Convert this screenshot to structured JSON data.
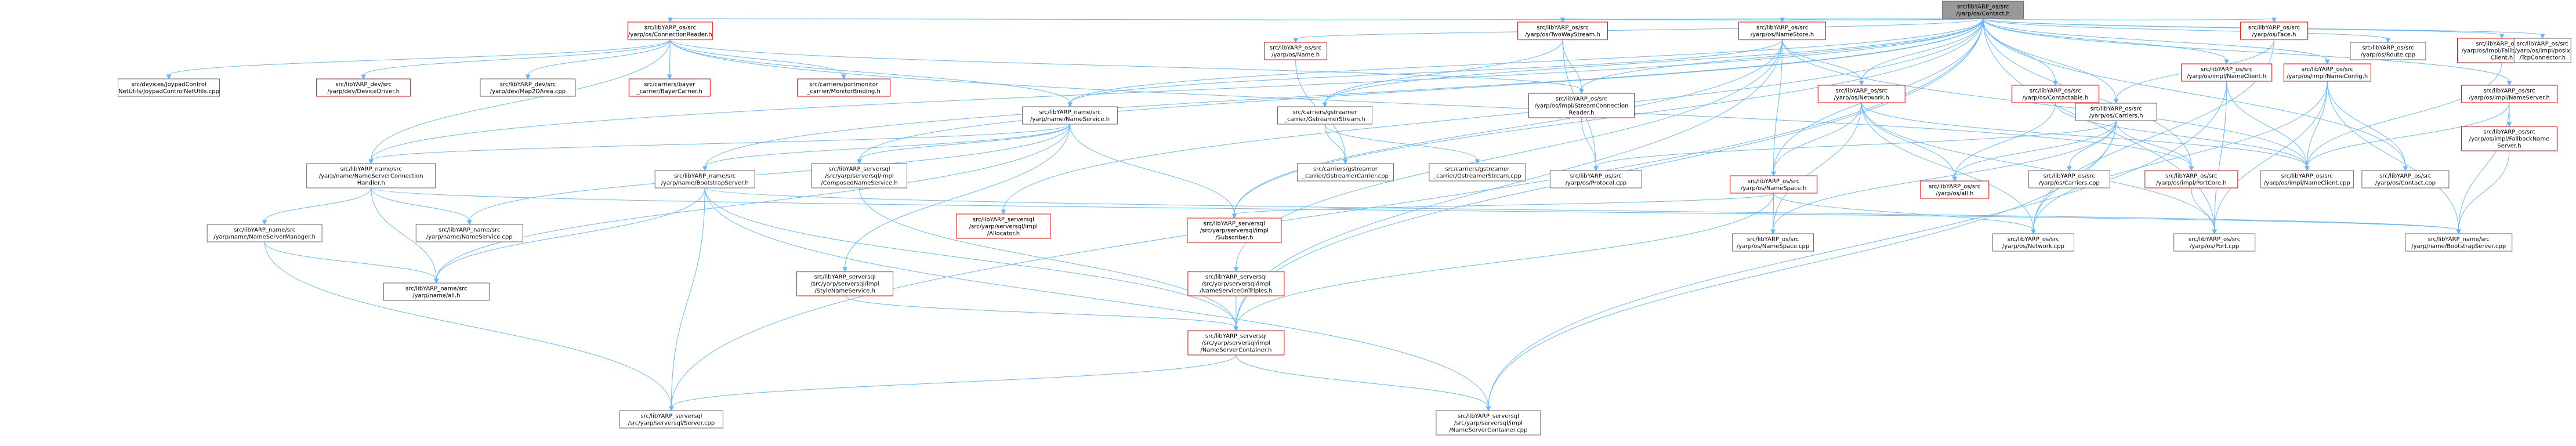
{
  "graph": {
    "root": "src/libYARP_os/src/yarp/os/Contact.h",
    "style": {
      "node_fill": "#ffffff",
      "node_border_default": "#666666",
      "node_border_truncated": "#ff0000",
      "root_fill": "#999999",
      "edge_color": "#63b8ff"
    },
    "nodes": [
      {
        "id": "n0",
        "lines": [
          "src/libYARP_os/src",
          "/yarp/os/Contact.h"
        ],
        "root": true
      },
      {
        "id": "n1",
        "lines": [
          "src/libYARP_os/src",
          "/yarp/os/ConnectionReader.h"
        ],
        "trunc": true
      },
      {
        "id": "n2",
        "lines": [
          "src/libYARP_os/src",
          "/yarp/os/Name.h"
        ],
        "trunc": true
      },
      {
        "id": "n3",
        "lines": [
          "src/libYARP_os/src",
          "/yarp/os/TwoWayStream.h"
        ],
        "trunc": true
      },
      {
        "id": "n4",
        "lines": [
          "src/libYARP_os/src",
          "/yarp/os/NameStore.h"
        ],
        "trunc": true
      },
      {
        "id": "n5",
        "lines": [
          "src/libYARP_os/src",
          "/yarp/os/Face.h"
        ],
        "trunc": true
      },
      {
        "id": "n6",
        "lines": [
          "src/libYARP_os/src",
          "/yarp/os/Route.cpp"
        ]
      },
      {
        "id": "n7",
        "lines": [
          "src/libYARP_os/src",
          "/yarp/os/impl/FallbackName",
          "Client.h"
        ],
        "trunc": true
      },
      {
        "id": "n8",
        "lines": [
          "src/libYARP_os/src",
          "/yarp/os/impl/NameClient.h"
        ],
        "trunc": true
      },
      {
        "id": "n9",
        "lines": [
          "src/libYARP_os/src",
          "/yarp/os/impl/NameConfig.h"
        ],
        "trunc": true
      },
      {
        "id": "n10",
        "lines": [
          "src/libYARP_os/src",
          "/yarp/os/impl/posix",
          "/TcpConnector.h"
        ]
      },
      {
        "id": "n11",
        "lines": [
          "src/libYARP_os/src",
          "/yarp/os/impl/NameServer.h"
        ],
        "trunc": true
      },
      {
        "id": "n12",
        "lines": [
          "src/devices/JoypadControl",
          "NetUtils/JoypadControlNetUtils.cpp"
        ]
      },
      {
        "id": "n13",
        "lines": [
          "src/libYARP_dev/src",
          "/yarp/dev/DeviceDriver.h"
        ],
        "trunc": true
      },
      {
        "id": "n14",
        "lines": [
          "src/libYARP_dev/src",
          "/yarp/dev/Map2DArea.cpp"
        ]
      },
      {
        "id": "n15",
        "lines": [
          "src/carriers/bayer",
          "_carrier/BayerCarrier.h"
        ],
        "trunc": true
      },
      {
        "id": "n16",
        "lines": [
          "src/carriers/portmonitor",
          "_carrier/MonitorBinding.h"
        ],
        "trunc": true
      },
      {
        "id": "n17",
        "lines": [
          "src/libYARP_name/src",
          "/yarp/name/NameService.h"
        ]
      },
      {
        "id": "n18",
        "lines": [
          "src/carriers/gstreamer",
          "_carrier/GstreamerStream.h"
        ]
      },
      {
        "id": "n19",
        "lines": [
          "src/libYARP_os/src",
          "/yarp/os/impl/StreamConnection",
          "Reader.h"
        ],
        "trunc": true
      },
      {
        "id": "n20",
        "lines": [
          "src/libYARP_os/src",
          "/yarp/os/Network.h"
        ],
        "trunc": true
      },
      {
        "id": "n21",
        "lines": [
          "src/libYARP_os/src",
          "/yarp/os/Contactable.h"
        ],
        "trunc": true
      },
      {
        "id": "n22",
        "lines": [
          "src/libYARP_os/src",
          "/yarp/os/Carriers.h"
        ]
      },
      {
        "id": "n23",
        "lines": [
          "src/libYARP_name/src",
          "/yarp/name/NameServerConnection",
          "Handler.h"
        ]
      },
      {
        "id": "n24",
        "lines": [
          "src/libYARP_name/src",
          "/yarp/name/BootstrapServer.h"
        ]
      },
      {
        "id": "n25",
        "lines": [
          "src/libYARP_serversql",
          "/src/yarp/serversql/impl",
          "/ComposedNameService.h"
        ]
      },
      {
        "id": "n26",
        "lines": [
          "src/carriers/gstreamer",
          "_carrier/GstreamerCarrier.cpp"
        ]
      },
      {
        "id": "n27",
        "lines": [
          "src/carriers/gstreamer",
          "_carrier/GstreamerStream.cpp"
        ]
      },
      {
        "id": "n28",
        "lines": [
          "src/libYARP_os/src",
          "/yarp/os/Protocol.cpp"
        ]
      },
      {
        "id": "n29",
        "lines": [
          "src/libYARP_os/src",
          "/yarp/os/NameSpace.h"
        ],
        "trunc": true
      },
      {
        "id": "n30",
        "lines": [
          "src/libYARP_os/src",
          "/yarp/os/all.h"
        ],
        "trunc": true
      },
      {
        "id": "n31",
        "lines": [
          "src/libYARP_os/src",
          "/yarp/os/Carriers.cpp"
        ]
      },
      {
        "id": "n32",
        "lines": [
          "src/libYARP_os/src",
          "/yarp/os/impl/PortCore.h"
        ],
        "trunc": true
      },
      {
        "id": "n33",
        "lines": [
          "src/libYARP_os/src",
          "/yarp/os/impl/NameClient.cpp"
        ]
      },
      {
        "id": "n34",
        "lines": [
          "src/libYARP_os/src",
          "/yarp/os/Contact.cpp"
        ]
      },
      {
        "id": "n35",
        "lines": [
          "src/libYARP_os/src",
          "/yarp/os/impl/FallbackName",
          "Server.h"
        ],
        "trunc": true
      },
      {
        "id": "n36",
        "lines": [
          "src/libYARP_name/src",
          "/yarp/name/NameServerManager.h"
        ]
      },
      {
        "id": "n37",
        "lines": [
          "src/libYARP_name/src",
          "/yarp/name/NameService.cpp"
        ]
      },
      {
        "id": "n38",
        "lines": [
          "src/libYARP_serversql",
          "/src/yarp/serversql/impl",
          "/Allocator.h"
        ],
        "trunc": true
      },
      {
        "id": "n39",
        "lines": [
          "src/libYARP_serversql",
          "/src/yarp/serversql/impl",
          "/Subscriber.h"
        ],
        "trunc": true
      },
      {
        "id": "n40",
        "lines": [
          "src/libYARP_os/src",
          "/yarp/os/NameSpace.cpp"
        ]
      },
      {
        "id": "n41",
        "lines": [
          "src/libYARP_os/src",
          "/yarp/os/Network.cpp"
        ]
      },
      {
        "id": "n42",
        "lines": [
          "src/libYARP_os/src",
          "/yarp/os/Port.cpp"
        ]
      },
      {
        "id": "n43",
        "lines": [
          "src/libYARP_name/src",
          "/yarp/name/BootstrapServer.cpp"
        ]
      },
      {
        "id": "n44",
        "lines": [
          "src/libYARP_name/src",
          "/yarp/name/all.h"
        ]
      },
      {
        "id": "n45",
        "lines": [
          "src/libYARP_serversql",
          "/src/yarp/serversql/impl",
          "/StyleNameService.h"
        ],
        "trunc": true
      },
      {
        "id": "n46",
        "lines": [
          "src/libYARP_serversql",
          "/src/yarp/serversql/impl",
          "/NameServiceOnTriples.h"
        ],
        "trunc": true
      },
      {
        "id": "n47",
        "lines": [
          "src/libYARP_serversql",
          "/src/yarp/serversql/impl",
          "/NameServerContainer.h"
        ],
        "trunc": true
      },
      {
        "id": "n48",
        "lines": [
          "src/libYARP_serversql",
          "/src/yarp/serversql/Server.cpp"
        ]
      },
      {
        "id": "n49",
        "lines": [
          "src/libYARP_serversql",
          "/src/yarp/serversql/impl",
          "/NameServerContainer.cpp"
        ]
      }
    ],
    "edges": [
      [
        "n0",
        "n1"
      ],
      [
        "n0",
        "n2"
      ],
      [
        "n0",
        "n3"
      ],
      [
        "n0",
        "n4"
      ],
      [
        "n0",
        "n5"
      ],
      [
        "n0",
        "n6"
      ],
      [
        "n0",
        "n7"
      ],
      [
        "n0",
        "n8"
      ],
      [
        "n0",
        "n9"
      ],
      [
        "n0",
        "n10"
      ],
      [
        "n0",
        "n11"
      ],
      [
        "n0",
        "n17"
      ],
      [
        "n0",
        "n18"
      ],
      [
        "n0",
        "n19"
      ],
      [
        "n0",
        "n20"
      ],
      [
        "n0",
        "n21"
      ],
      [
        "n0",
        "n22"
      ],
      [
        "n0",
        "n23"
      ],
      [
        "n0",
        "n24"
      ],
      [
        "n0",
        "n25"
      ],
      [
        "n0",
        "n29"
      ],
      [
        "n0",
        "n32"
      ],
      [
        "n0",
        "n34"
      ],
      [
        "n0",
        "n38"
      ],
      [
        "n0",
        "n39"
      ],
      [
        "n0",
        "n42"
      ],
      [
        "n0",
        "n47"
      ],
      [
        "n0",
        "n48"
      ],
      [
        "n1",
        "n12"
      ],
      [
        "n1",
        "n13"
      ],
      [
        "n1",
        "n14"
      ],
      [
        "n1",
        "n15"
      ],
      [
        "n1",
        "n16"
      ],
      [
        "n1",
        "n17"
      ],
      [
        "n1",
        "n19"
      ],
      [
        "n1",
        "n23"
      ],
      [
        "n1",
        "n32"
      ],
      [
        "n2",
        "n26"
      ],
      [
        "n3",
        "n18"
      ],
      [
        "n3",
        "n19"
      ],
      [
        "n3",
        "n28"
      ],
      [
        "n4",
        "n17"
      ],
      [
        "n4",
        "n20"
      ],
      [
        "n4",
        "n29"
      ],
      [
        "n4",
        "n33"
      ],
      [
        "n4",
        "n39"
      ],
      [
        "n4",
        "n46"
      ],
      [
        "n4",
        "n47"
      ],
      [
        "n5",
        "n22"
      ],
      [
        "n5",
        "n41"
      ],
      [
        "n7",
        "n33"
      ],
      [
        "n8",
        "n33"
      ],
      [
        "n8",
        "n42"
      ],
      [
        "n8",
        "n49"
      ],
      [
        "n9",
        "n33"
      ],
      [
        "n9",
        "n34"
      ],
      [
        "n9",
        "n41"
      ],
      [
        "n9",
        "n42"
      ],
      [
        "n9",
        "n43"
      ],
      [
        "n11",
        "n33"
      ],
      [
        "n11",
        "n35"
      ],
      [
        "n11",
        "n43"
      ],
      [
        "n17",
        "n23"
      ],
      [
        "n17",
        "n24"
      ],
      [
        "n17",
        "n25"
      ],
      [
        "n17",
        "n37"
      ],
      [
        "n17",
        "n39"
      ],
      [
        "n17",
        "n44"
      ],
      [
        "n17",
        "n45"
      ],
      [
        "n18",
        "n26"
      ],
      [
        "n18",
        "n27"
      ],
      [
        "n19",
        "n28"
      ],
      [
        "n20",
        "n29"
      ],
      [
        "n20",
        "n30"
      ],
      [
        "n20",
        "n33"
      ],
      [
        "n20",
        "n40"
      ],
      [
        "n20",
        "n41"
      ],
      [
        "n20",
        "n42"
      ],
      [
        "n21",
        "n30"
      ],
      [
        "n21",
        "n33"
      ],
      [
        "n22",
        "n28"
      ],
      [
        "n22",
        "n30"
      ],
      [
        "n22",
        "n31"
      ],
      [
        "n22",
        "n32"
      ],
      [
        "n22",
        "n40"
      ],
      [
        "n22",
        "n41"
      ],
      [
        "n22",
        "n49"
      ],
      [
        "n23",
        "n36"
      ],
      [
        "n23",
        "n37"
      ],
      [
        "n23",
        "n44"
      ],
      [
        "n23",
        "n43"
      ],
      [
        "n24",
        "n43"
      ],
      [
        "n24",
        "n44"
      ],
      [
        "n24",
        "n47"
      ],
      [
        "n24",
        "n48"
      ],
      [
        "n24",
        "n49"
      ],
      [
        "n25",
        "n47"
      ],
      [
        "n29",
        "n39"
      ],
      [
        "n29",
        "n40"
      ],
      [
        "n29",
        "n41"
      ],
      [
        "n29",
        "n47"
      ],
      [
        "n32",
        "n42"
      ],
      [
        "n35",
        "n43"
      ],
      [
        "n36",
        "n44"
      ],
      [
        "n36",
        "n48"
      ],
      [
        "n45",
        "n47"
      ],
      [
        "n46",
        "n47"
      ],
      [
        "n47",
        "n48"
      ],
      [
        "n47",
        "n49"
      ]
    ]
  }
}
